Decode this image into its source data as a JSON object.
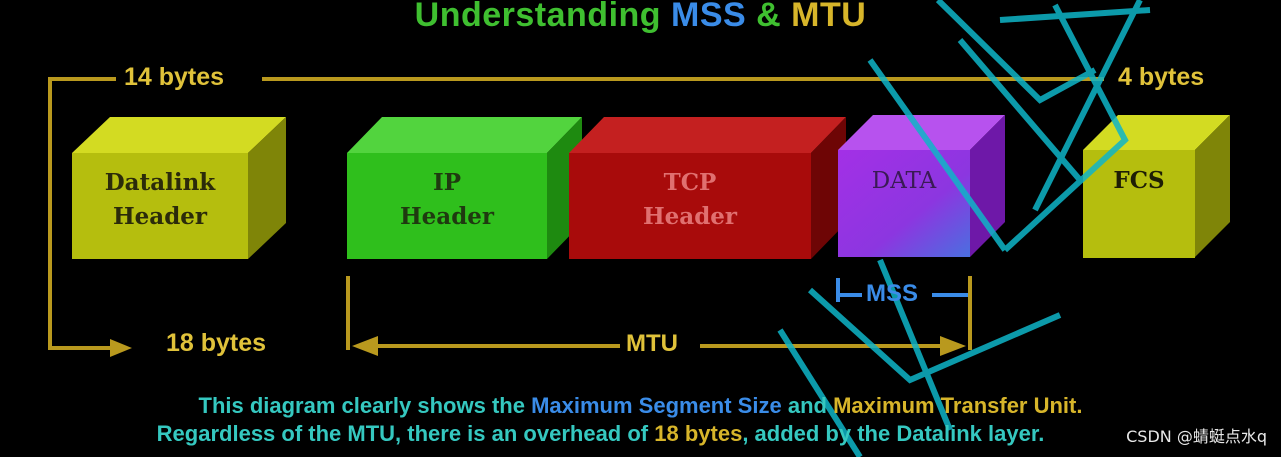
{
  "title": {
    "part1": "Understanding",
    "part2": "MSS",
    "part3": "&",
    "part4": "MTU"
  },
  "labels": {
    "bytes_14": "14 bytes",
    "bytes_4": "4 bytes",
    "bytes_18": "18 bytes",
    "mss": "MSS",
    "mtu": "MTU"
  },
  "boxes": {
    "datalink": {
      "line1": "Datalink",
      "line2": "Header"
    },
    "ip": {
      "line1": "IP",
      "line2": "Header"
    },
    "tcp": {
      "line1": "TCP",
      "line2": "Header"
    },
    "data": {
      "line1": "DATA"
    },
    "fcs": {
      "line1": "FCS"
    }
  },
  "caption": {
    "line1": {
      "a": "This diagram clearly shows the",
      "b": "Maximum Segment Size",
      "c": "and",
      "d": "Maximum Transfer Unit."
    },
    "line2": {
      "a": "Regardless of the MTU, there is an overhead of",
      "b": "18 bytes",
      "c": ", added by the Datalink layer."
    }
  },
  "watermark": {
    "text": "CSDN @蜻蜓点水q"
  },
  "colors": {
    "title_green": "#3fbf30",
    "mss_blue": "#3a8ce8",
    "mtu_gold": "#d7b52a",
    "arrow_gold": "#b9991e",
    "label_gold": "#e0c23a",
    "caption_teal": "#35c8c0",
    "olive": "#b5be0e",
    "green_box": "#2fbf1c",
    "red_box": "#a80b0b",
    "purple_box": "#9a2ee0",
    "watermark_cyan": "#0fb5c8"
  }
}
